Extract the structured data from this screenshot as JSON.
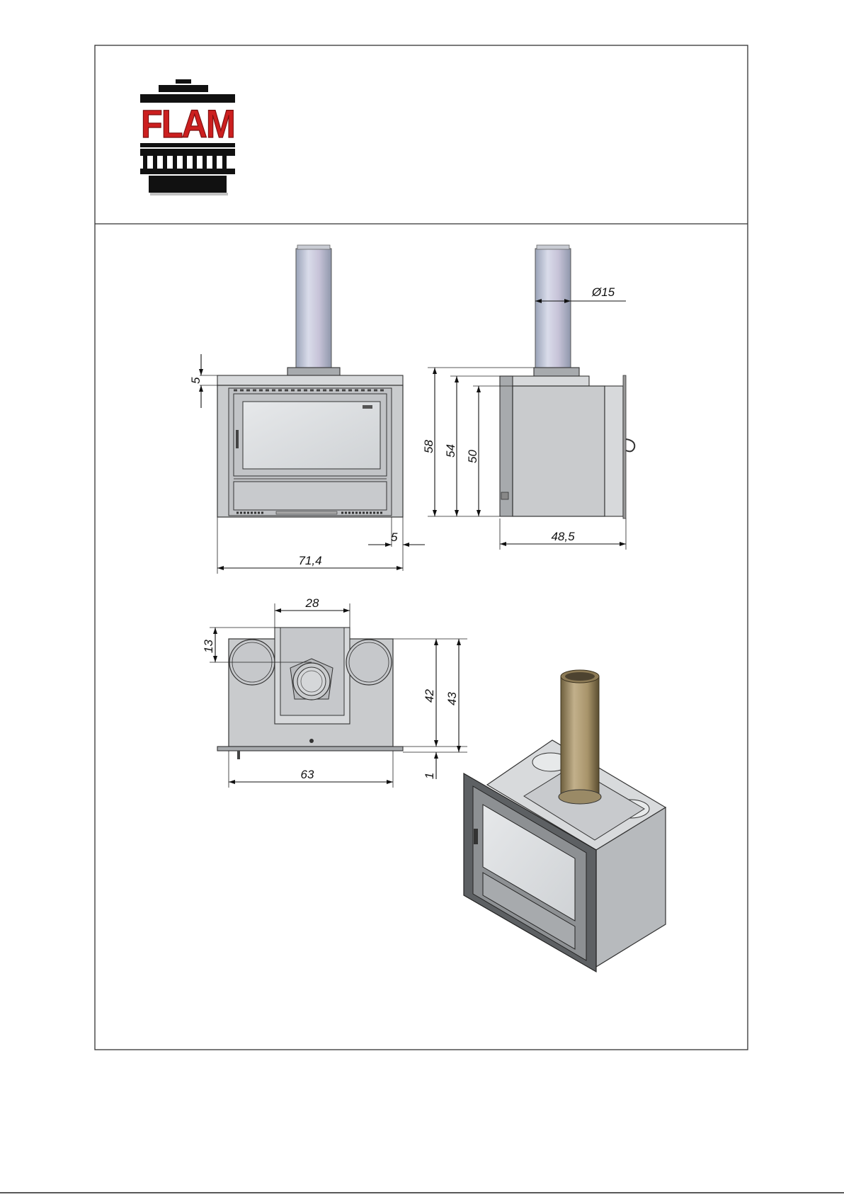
{
  "brand": {
    "logo_text": "FLAM",
    "colors": {
      "logo_red": "#cc1f1f",
      "logo_black": "#111111",
      "border": "#333333"
    }
  },
  "dimensions": {
    "front_top_rim": "5",
    "front_side_rim": "5",
    "front_width": "71,4",
    "side_total_height": "58",
    "side_mid_height": "54",
    "side_body_height": "50",
    "side_depth": "48,5",
    "flue_diameter": "Ø15",
    "top_collar_width": "28",
    "top_collar_offset": "13",
    "top_body_depth": "42",
    "top_total_depth": "43",
    "top_body_width": "63",
    "top_base_plate": "1"
  }
}
